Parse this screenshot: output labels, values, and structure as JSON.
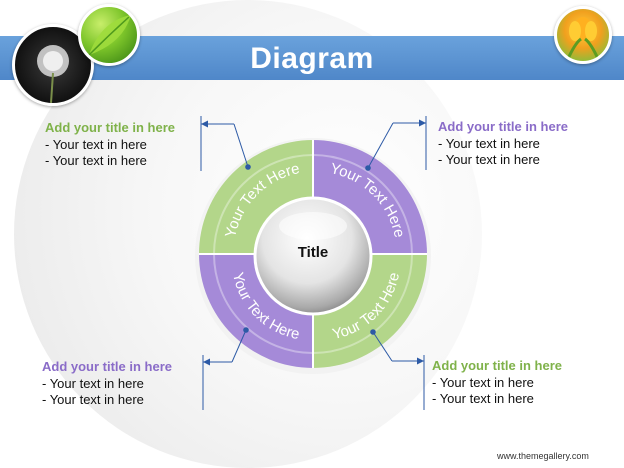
{
  "header": {
    "title": "Diagram"
  },
  "center": {
    "title": "Title"
  },
  "segments": [
    {
      "label": "Your Text Here",
      "color": "#b3d68a"
    },
    {
      "label": "Your Text Here",
      "color": "#a58ad8"
    },
    {
      "label": "Your Text Here",
      "color": "#b3d68a"
    },
    {
      "label": "Your Text Here",
      "color": "#a58ad8"
    }
  ],
  "blocks": {
    "top_left": {
      "title": "Add your title in here",
      "lines": [
        "- Your text in here",
        "- Your text in here"
      ]
    },
    "top_right": {
      "title": "Add your title in here",
      "lines": [
        "- Your text in here",
        "- Your text in here"
      ]
    },
    "bottom_left": {
      "title": "Add your title in here",
      "lines": [
        "- Your text in here",
        "- Your text in here"
      ]
    },
    "bottom_right": {
      "title": "Add your title in here",
      "lines": [
        "- Your text in here",
        "- Your text in here"
      ]
    }
  },
  "footer": {
    "url": "www.themegallery.com"
  },
  "colors": {
    "accent_blue": "#4f87c9",
    "green": "#b3d68a",
    "purple": "#a58ad8",
    "connector": "#2d5aa6"
  }
}
